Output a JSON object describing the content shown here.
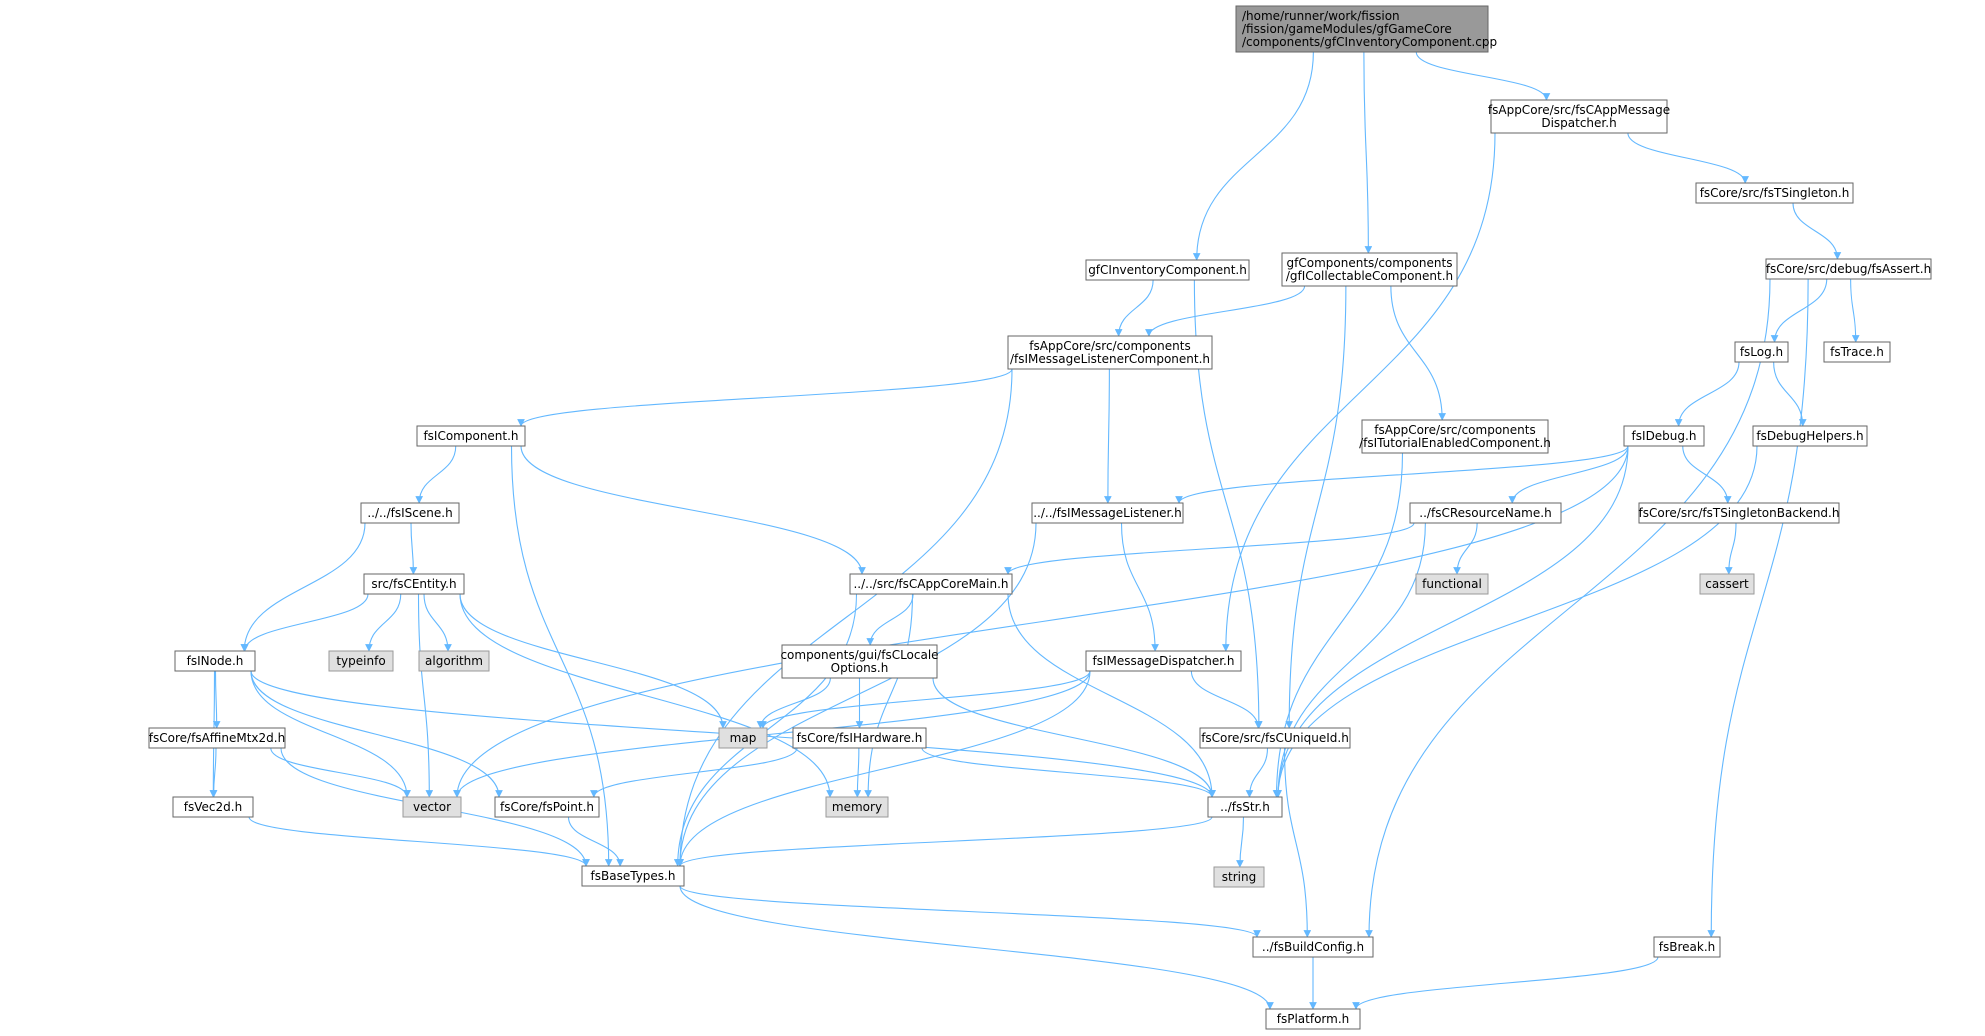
{
  "colors": {
    "edge": "#63b8ff",
    "root_fill": "#999999",
    "file_fill": "#ffffff",
    "system_fill": "#e0e0e0",
    "border": "#666666"
  },
  "nodes": [
    {
      "id": "root",
      "kind": "root",
      "lines": [
        "/home/runner/work/fission",
        "/fission/gameModules/gfGameCore",
        "/components/gfCInventoryComponent.cpp"
      ]
    },
    {
      "id": "appmsgdisp",
      "kind": "file",
      "lines": [
        "fsAppCore/src/fsCAppMessage",
        "Dispatcher.h"
      ]
    },
    {
      "id": "tsingleton",
      "kind": "file",
      "lines": [
        "fsCore/src/fsTSingleton.h"
      ]
    },
    {
      "id": "fsassert",
      "kind": "file",
      "lines": [
        "fsCore/src/debug/fsAssert.h"
      ]
    },
    {
      "id": "invcomp",
      "kind": "file",
      "lines": [
        "gfCInventoryComponent.h"
      ]
    },
    {
      "id": "collectable",
      "kind": "file",
      "lines": [
        "gfComponents/components",
        "/gfICollectableComponent.h"
      ]
    },
    {
      "id": "fslog",
      "kind": "file",
      "lines": [
        "fsLog.h"
      ]
    },
    {
      "id": "fstrace",
      "kind": "file",
      "lines": [
        "fsTrace.h"
      ]
    },
    {
      "id": "msglistcomp",
      "kind": "file",
      "lines": [
        "fsAppCore/src/components",
        "/fsIMessageListenerComponent.h"
      ]
    },
    {
      "id": "tutorial",
      "kind": "file",
      "lines": [
        "fsAppCore/src/components",
        "/fsITutorialEnabledComponent.h"
      ]
    },
    {
      "id": "fsidebug",
      "kind": "file",
      "lines": [
        "fsIDebug.h"
      ]
    },
    {
      "id": "debughelpers",
      "kind": "file",
      "lines": [
        "fsDebugHelpers.h"
      ]
    },
    {
      "id": "icomponent",
      "kind": "file",
      "lines": [
        "fsIComponent.h"
      ]
    },
    {
      "id": "iscene",
      "kind": "file",
      "lines": [
        "../../fsIScene.h"
      ]
    },
    {
      "id": "msglistener",
      "kind": "file",
      "lines": [
        "../../fsIMessageListener.h"
      ]
    },
    {
      "id": "resname",
      "kind": "file",
      "lines": [
        "../fsCResourceName.h"
      ]
    },
    {
      "id": "singletonbackend",
      "kind": "file",
      "lines": [
        "fsCore/src/fsTSingletonBackend.h"
      ]
    },
    {
      "id": "centity",
      "kind": "file",
      "lines": [
        "src/fsCEntity.h"
      ]
    },
    {
      "id": "appcoremain",
      "kind": "file",
      "lines": [
        "../../src/fsCAppCoreMain.h"
      ]
    },
    {
      "id": "functional",
      "kind": "system",
      "lines": [
        "functional"
      ]
    },
    {
      "id": "cassert",
      "kind": "system",
      "lines": [
        "cassert"
      ]
    },
    {
      "id": "inode",
      "kind": "file",
      "lines": [
        "fsINode.h"
      ]
    },
    {
      "id": "typeinfo",
      "kind": "system",
      "lines": [
        "typeinfo"
      ]
    },
    {
      "id": "algorithm",
      "kind": "system",
      "lines": [
        "algorithm"
      ]
    },
    {
      "id": "localeopts",
      "kind": "file",
      "lines": [
        "components/gui/fsCLocale",
        "Options.h"
      ]
    },
    {
      "id": "msgdisp",
      "kind": "file",
      "lines": [
        "fsIMessageDispatcher.h"
      ]
    },
    {
      "id": "affine",
      "kind": "file",
      "lines": [
        "fsCore/fsAffineMtx2d.h"
      ]
    },
    {
      "id": "map",
      "kind": "system",
      "lines": [
        "map"
      ]
    },
    {
      "id": "ihardware",
      "kind": "file",
      "lines": [
        "fsCore/fsIHardware.h"
      ]
    },
    {
      "id": "uniqueid",
      "kind": "file",
      "lines": [
        "fsCore/src/fsCUniqueId.h"
      ]
    },
    {
      "id": "vec2d",
      "kind": "file",
      "lines": [
        "fsVec2d.h"
      ]
    },
    {
      "id": "vector",
      "kind": "system",
      "lines": [
        "vector"
      ]
    },
    {
      "id": "point",
      "kind": "file",
      "lines": [
        "fsCore/fsPoint.h"
      ]
    },
    {
      "id": "memory",
      "kind": "system",
      "lines": [
        "memory"
      ]
    },
    {
      "id": "fsstr",
      "kind": "file",
      "lines": [
        "../fsStr.h"
      ]
    },
    {
      "id": "basetypes",
      "kind": "file",
      "lines": [
        "fsBaseTypes.h"
      ]
    },
    {
      "id": "string",
      "kind": "system",
      "lines": [
        "string"
      ]
    },
    {
      "id": "buildconfig",
      "kind": "file",
      "lines": [
        "../fsBuildConfig.h"
      ]
    },
    {
      "id": "fsbreak",
      "kind": "file",
      "lines": [
        "fsBreak.h"
      ]
    },
    {
      "id": "platform",
      "kind": "file",
      "lines": [
        "fsPlatform.h"
      ]
    }
  ],
  "edges": [
    [
      "root",
      "invcomp"
    ],
    [
      "root",
      "collectable"
    ],
    [
      "root",
      "appmsgdisp"
    ],
    [
      "appmsgdisp",
      "tsingleton"
    ],
    [
      "appmsgdisp",
      "msgdisp"
    ],
    [
      "tsingleton",
      "fsassert"
    ],
    [
      "fsassert",
      "fslog"
    ],
    [
      "fsassert",
      "fstrace"
    ],
    [
      "fsassert",
      "buildconfig"
    ],
    [
      "fsassert",
      "fsbreak"
    ],
    [
      "fslog",
      "fsidebug"
    ],
    [
      "fslog",
      "debughelpers"
    ],
    [
      "invcomp",
      "msglistcomp"
    ],
    [
      "invcomp",
      "uniqueid"
    ],
    [
      "collectable",
      "msglistcomp"
    ],
    [
      "collectable",
      "uniqueid"
    ],
    [
      "collectable",
      "tutorial"
    ],
    [
      "msglistcomp",
      "icomponent"
    ],
    [
      "msglistcomp",
      "msglistener"
    ],
    [
      "msglistcomp",
      "basetypes"
    ],
    [
      "tutorial",
      "fsstr"
    ],
    [
      "fsidebug",
      "msglistener"
    ],
    [
      "fsidebug",
      "resname"
    ],
    [
      "fsidebug",
      "singletonbackend"
    ],
    [
      "fsidebug",
      "fsstr"
    ],
    [
      "fsidebug",
      "vector"
    ],
    [
      "debughelpers",
      "fsstr"
    ],
    [
      "icomponent",
      "iscene"
    ],
    [
      "icomponent",
      "appcoremain"
    ],
    [
      "icomponent",
      "basetypes"
    ],
    [
      "iscene",
      "centity"
    ],
    [
      "iscene",
      "inode"
    ],
    [
      "msglistener",
      "msgdisp"
    ],
    [
      "msglistener",
      "basetypes"
    ],
    [
      "resname",
      "appcoremain"
    ],
    [
      "resname",
      "functional"
    ],
    [
      "resname",
      "fsstr"
    ],
    [
      "singletonbackend",
      "cassert"
    ],
    [
      "centity",
      "inode"
    ],
    [
      "centity",
      "typeinfo"
    ],
    [
      "centity",
      "algorithm"
    ],
    [
      "centity",
      "map"
    ],
    [
      "centity",
      "vector"
    ],
    [
      "centity",
      "memory"
    ],
    [
      "appcoremain",
      "localeopts"
    ],
    [
      "appcoremain",
      "basetypes"
    ],
    [
      "appcoremain",
      "memory"
    ],
    [
      "appcoremain",
      "fsstr"
    ],
    [
      "inode",
      "affine"
    ],
    [
      "inode",
      "vec2d"
    ],
    [
      "inode",
      "vector"
    ],
    [
      "inode",
      "point"
    ],
    [
      "inode",
      "fsstr"
    ],
    [
      "localeopts",
      "map"
    ],
    [
      "localeopts",
      "ihardware"
    ],
    [
      "localeopts",
      "fsstr"
    ],
    [
      "msgdisp",
      "map"
    ],
    [
      "msgdisp",
      "vector"
    ],
    [
      "msgdisp",
      "uniqueid"
    ],
    [
      "msgdisp",
      "basetypes"
    ],
    [
      "affine",
      "vec2d"
    ],
    [
      "affine",
      "vector"
    ],
    [
      "affine",
      "basetypes"
    ],
    [
      "ihardware",
      "point"
    ],
    [
      "ihardware",
      "memory"
    ],
    [
      "ihardware",
      "fsstr"
    ],
    [
      "uniqueid",
      "fsstr"
    ],
    [
      "uniqueid",
      "buildconfig"
    ],
    [
      "vec2d",
      "basetypes"
    ],
    [
      "point",
      "basetypes"
    ],
    [
      "fsstr",
      "basetypes"
    ],
    [
      "fsstr",
      "string"
    ],
    [
      "basetypes",
      "buildconfig"
    ],
    [
      "basetypes",
      "platform"
    ],
    [
      "buildconfig",
      "platform"
    ],
    [
      "fsbreak",
      "platform"
    ]
  ]
}
